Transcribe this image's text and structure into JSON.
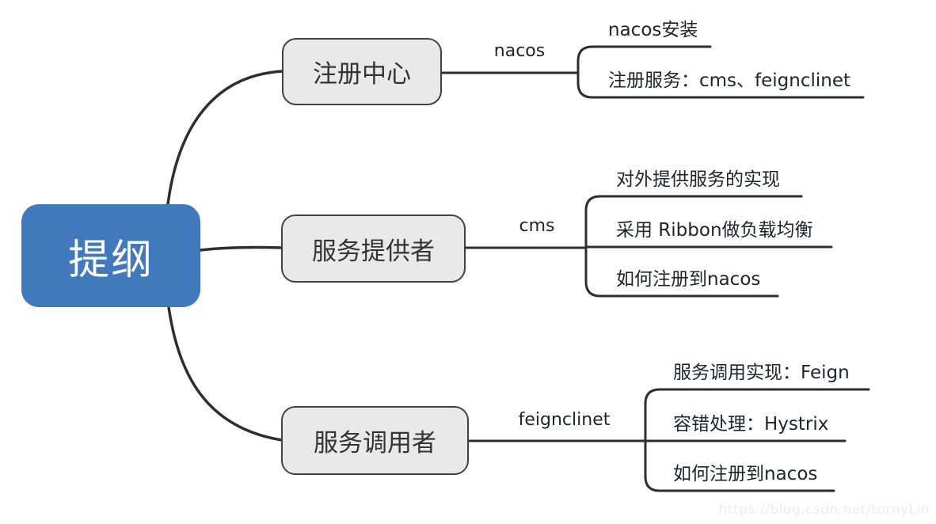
{
  "root": {
    "label": "提纲"
  },
  "branches": [
    {
      "label": "注册中心",
      "edge_label": "nacos",
      "leaves": [
        "nacos安装",
        "注册服务：cms、feignclinet"
      ]
    },
    {
      "label": "服务提供者",
      "edge_label": "cms",
      "leaves": [
        "对外提供服务的实现",
        "采用 Ribbon做负载均衡",
        "如何注册到nacos"
      ]
    },
    {
      "label": "服务调用者",
      "edge_label": "feignclinet",
      "leaves": [
        "服务调用实现：Feign",
        "容错处理：Hystrix",
        "如何注册到nacos"
      ]
    }
  ],
  "watermark": "https://blog.csdn.net/tornyLin",
  "colors": {
    "root_fill": "#4179BC",
    "root_text": "#ffffff",
    "topic_fill": "#e9e9e9",
    "topic_border": "#414141",
    "connector": "#2e2e2e",
    "leaf_text": "#20242c",
    "watermark_text": "#ececf1",
    "background": "#ffffff"
  }
}
